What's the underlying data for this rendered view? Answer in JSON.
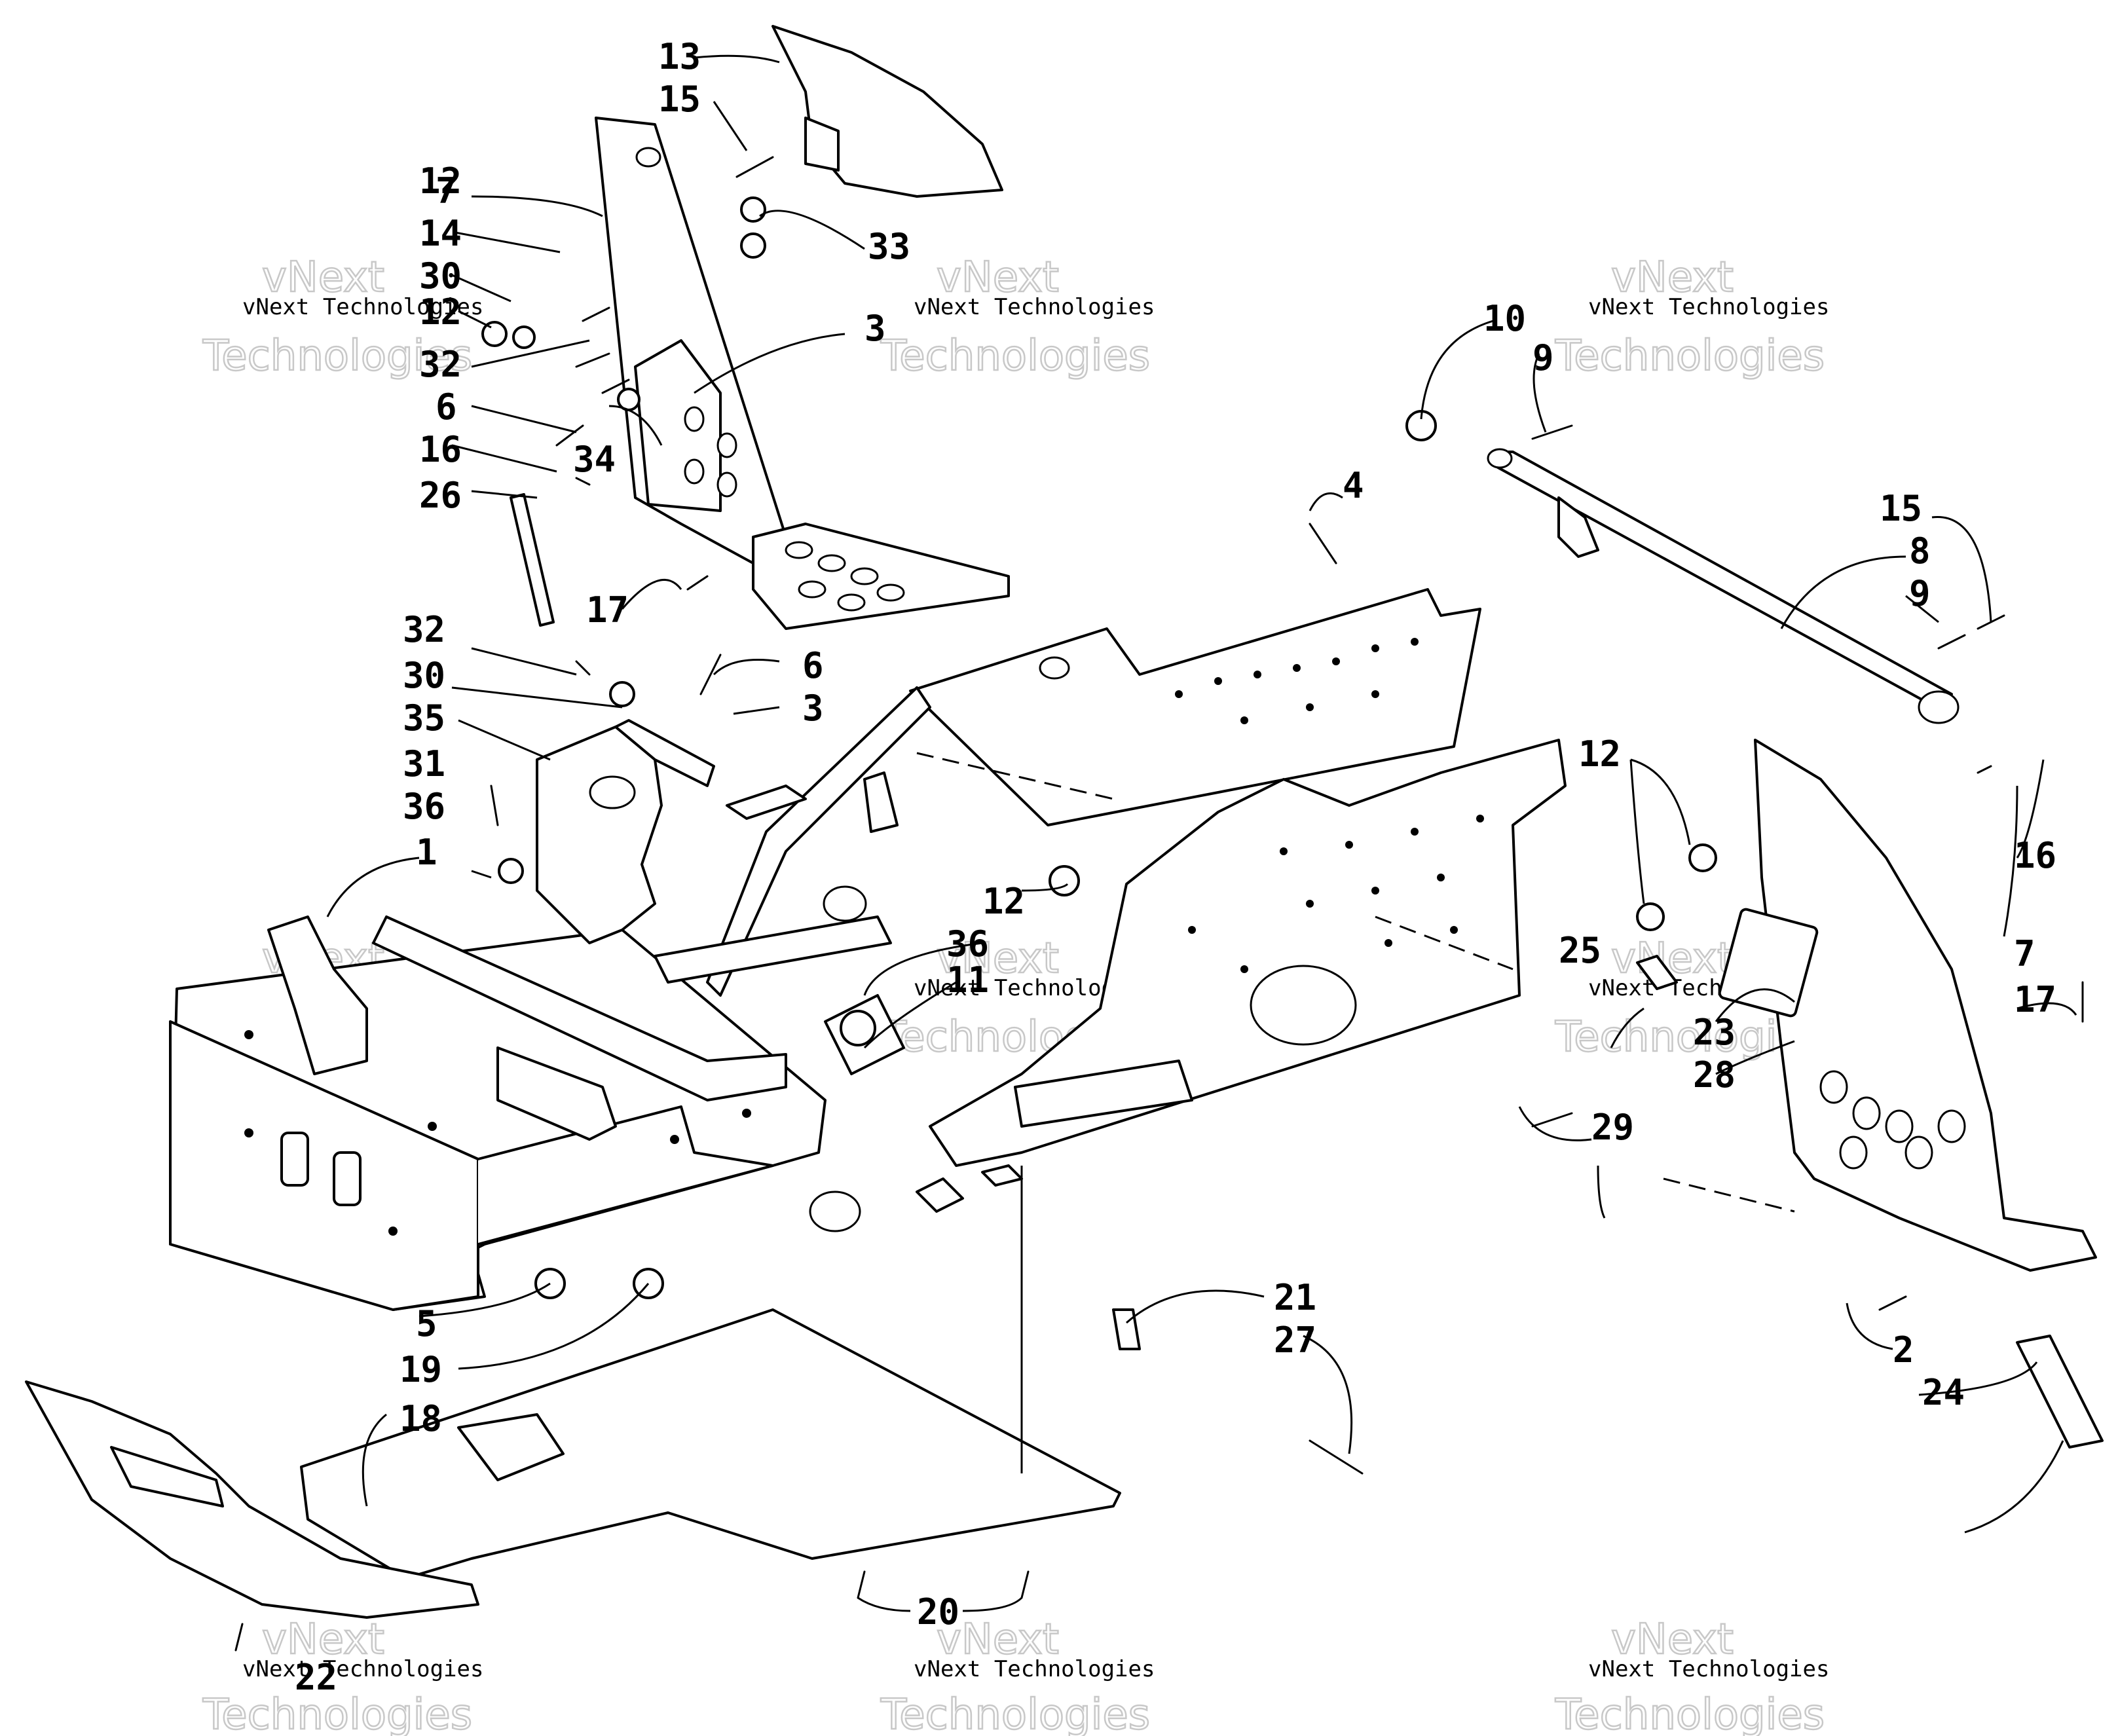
{
  "callouts": [
    "1",
    "2",
    "3",
    "3",
    "4",
    "5",
    "6",
    "6",
    "7",
    "7",
    "8",
    "9",
    "9",
    "10",
    "11",
    "12",
    "12",
    "12",
    "12",
    "13",
    "14",
    "15",
    "15",
    "16",
    "16",
    "17",
    "17",
    "18",
    "19",
    "20",
    "21",
    "22",
    "23",
    "24",
    "25",
    "26",
    "27",
    "28",
    "29",
    "30",
    "30",
    "31",
    "32",
    "32",
    "35",
    "33",
    "34",
    "36",
    "36"
  ],
  "watermark": {
    "line1": "vNext",
    "line2": "vNext Technologies",
    "line3": "Technologies"
  }
}
